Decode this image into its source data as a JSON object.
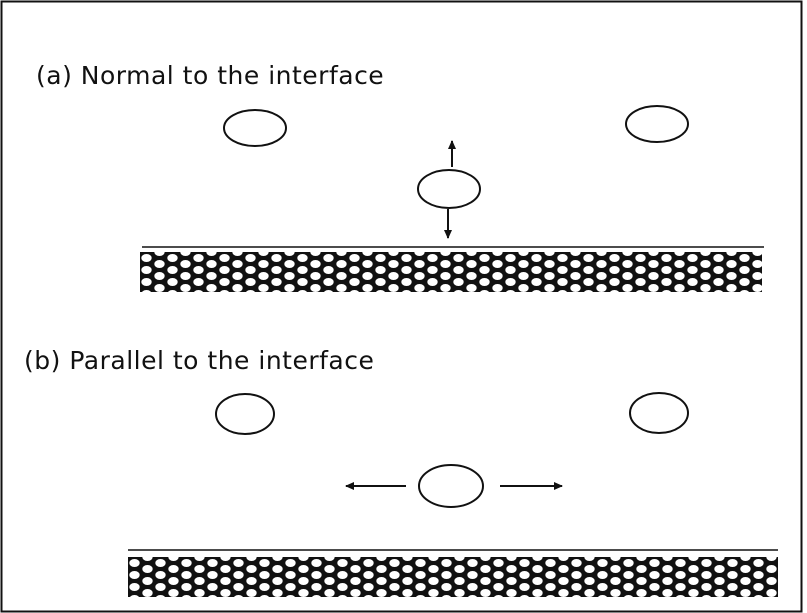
{
  "panels": [
    {
      "caption": "(a)  Normal to the interface",
      "motion": "normal"
    },
    {
      "caption": "(b)  Parallel to the interface",
      "motion": "parallel"
    }
  ],
  "colors": {
    "ink": "#111111",
    "background": "#ffffff"
  }
}
